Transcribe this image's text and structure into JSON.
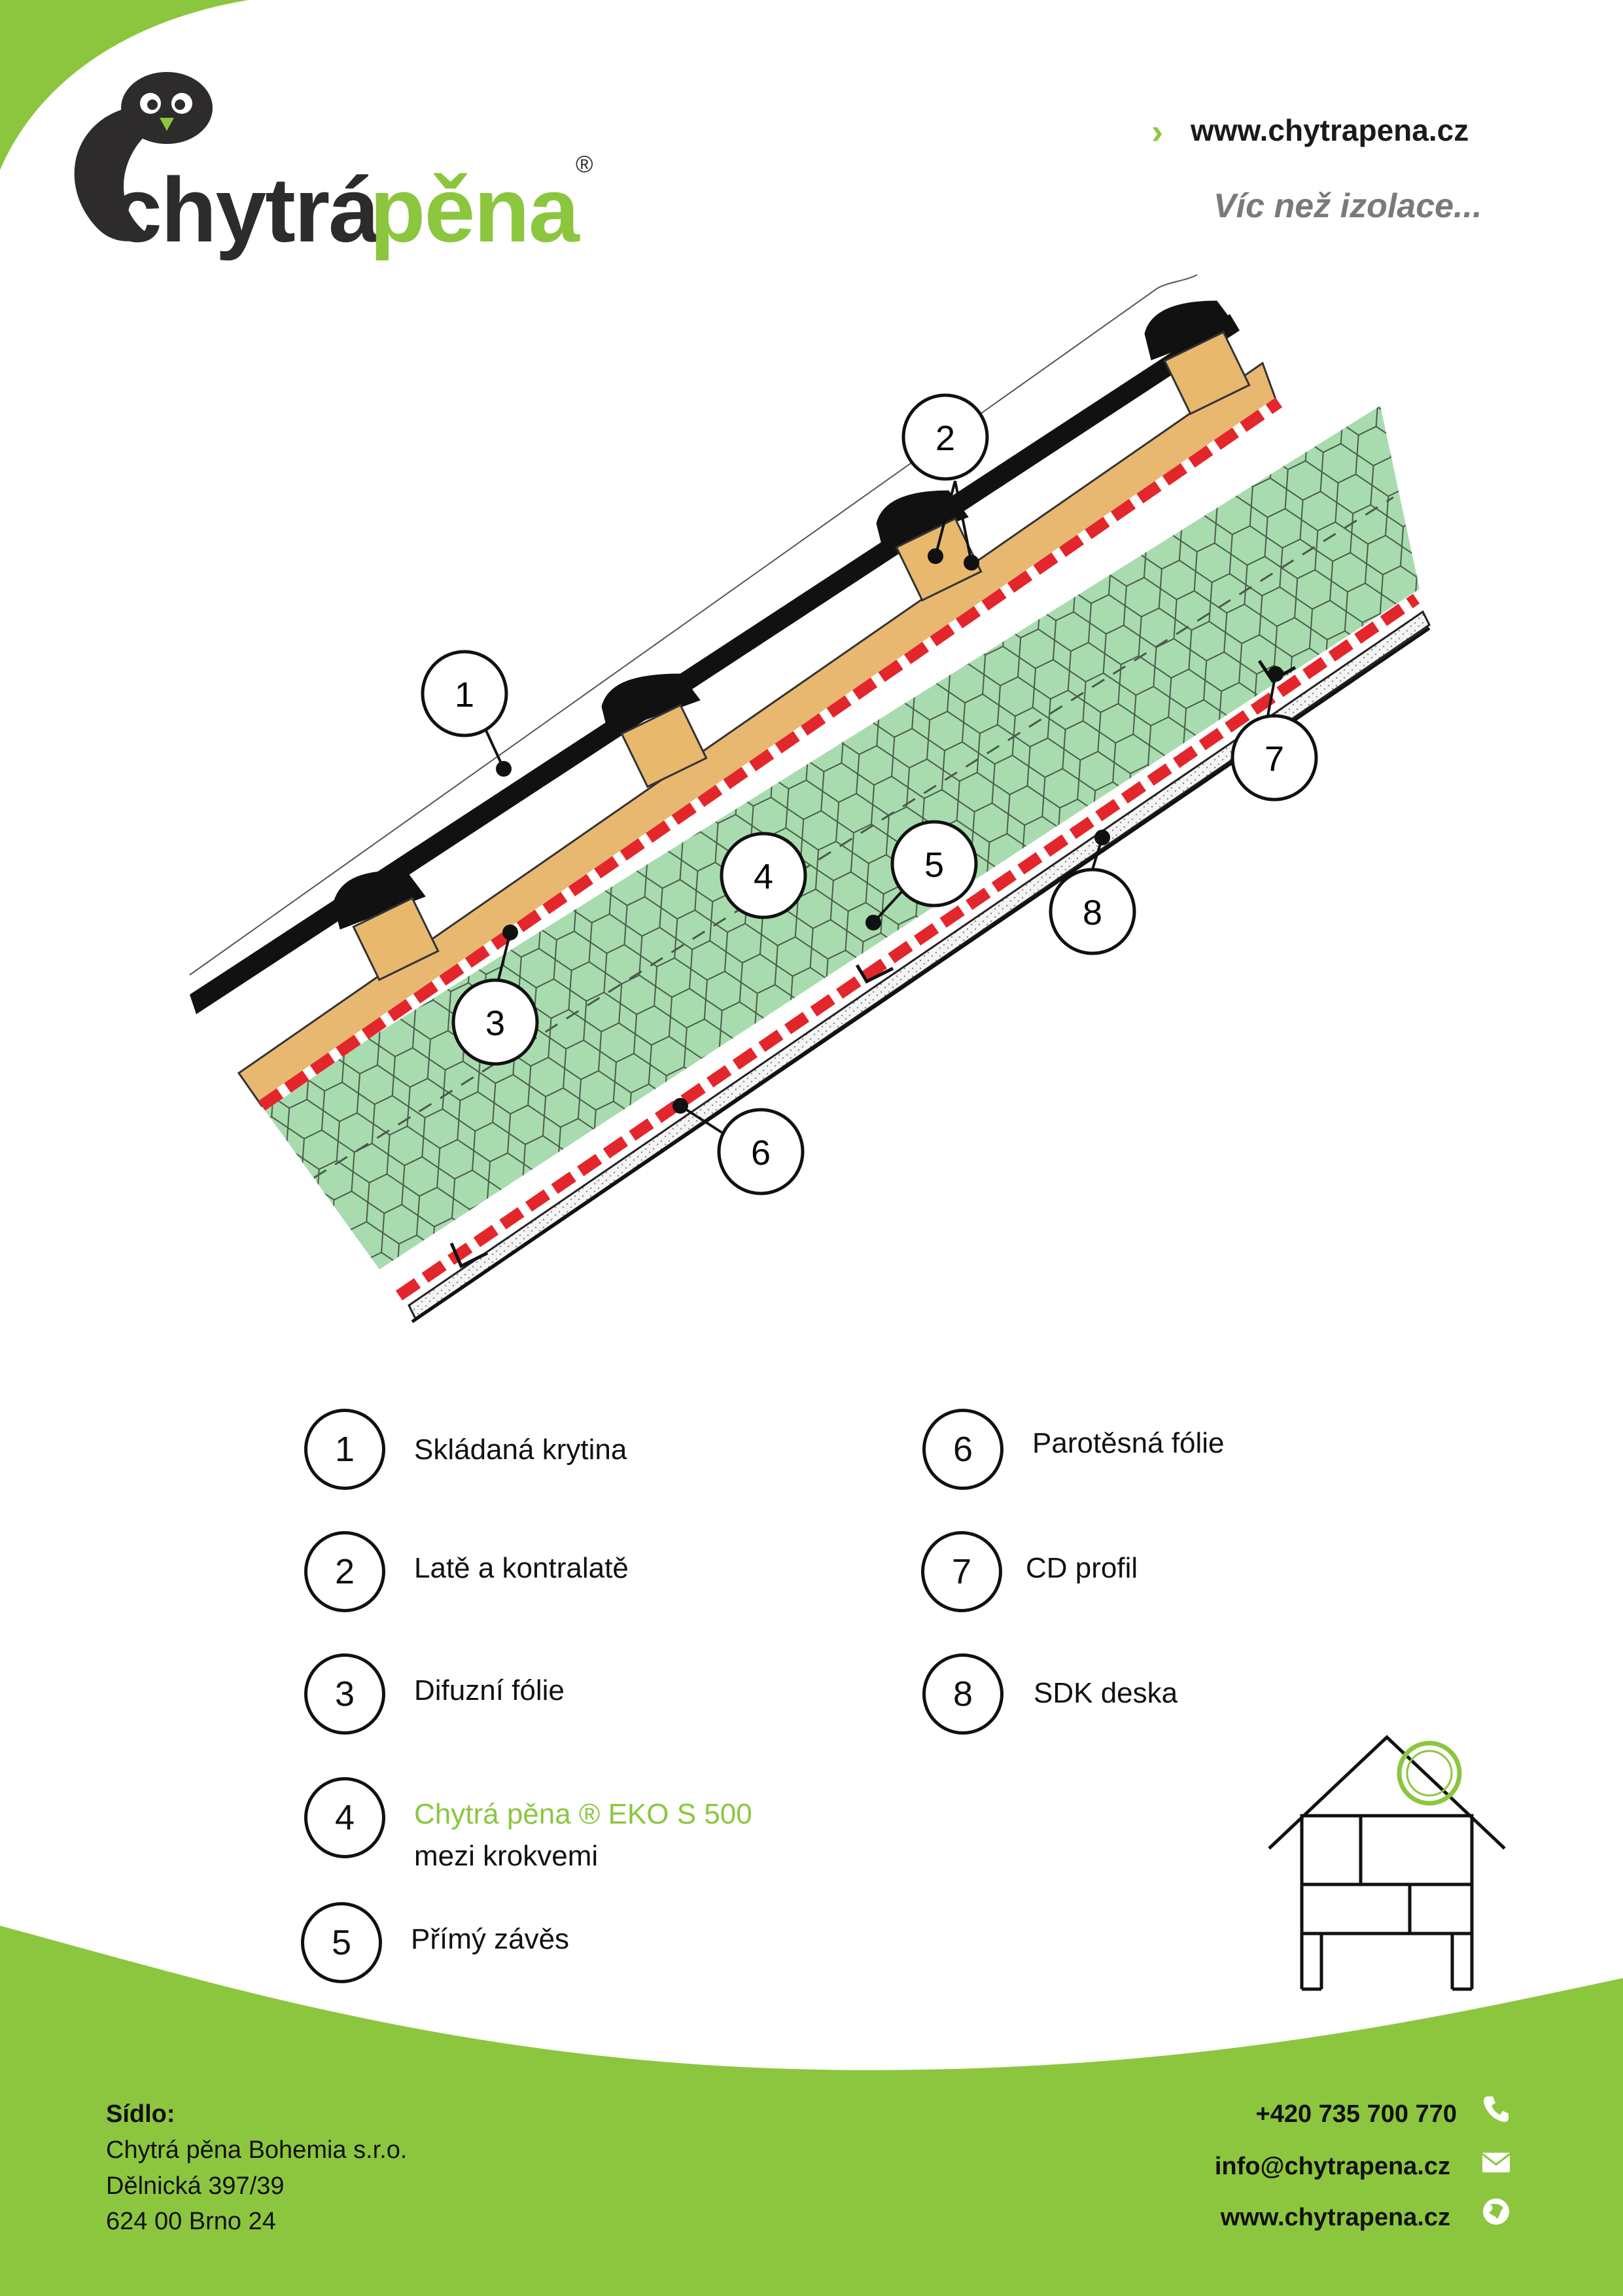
{
  "brand": {
    "word1": "chytrá",
    "word2": "pěna",
    "reg": "®",
    "green": "#8cc63f",
    "dark": "#2e2b2c"
  },
  "header": {
    "website": "www.chytrapena.cz",
    "slogan": "Víc než izolace..."
  },
  "diagram": {
    "callouts": [
      "1",
      "2",
      "3",
      "4",
      "5",
      "6",
      "7",
      "8"
    ],
    "colors": {
      "roofing": "#111111",
      "batten": "#e8b86d",
      "board": "#e9b870",
      "foam": "#a8dcae",
      "membrane_red": "#e3262b"
    }
  },
  "legend": [
    {
      "num": "1",
      "label": "Skládaná krytina"
    },
    {
      "num": "2",
      "label": "Latě a kontralatě"
    },
    {
      "num": "3",
      "label": "Difuzní fólie"
    },
    {
      "num": "4",
      "label": "Chytrá pěna ® EKO S 500",
      "label2": "mezi krokvemi"
    },
    {
      "num": "5",
      "label": "Přímý závěs"
    },
    {
      "num": "6",
      "label": "Parotěsná fólie"
    },
    {
      "num": "7",
      "label": "CD profil"
    },
    {
      "num": "8",
      "label": "SDK deska"
    }
  ],
  "footer": {
    "heading": "Sídlo:",
    "company": "Chytrá pěna Bohemia s.r.o.",
    "street": "Dělnická 397/39",
    "city": "624 00 Brno 24",
    "phone": "+420 735 700 770",
    "email": "info@chytrapena.cz",
    "web": "www.chytrapena.cz",
    "icons": [
      "phone-icon",
      "envelope-icon",
      "globe-icon"
    ]
  }
}
